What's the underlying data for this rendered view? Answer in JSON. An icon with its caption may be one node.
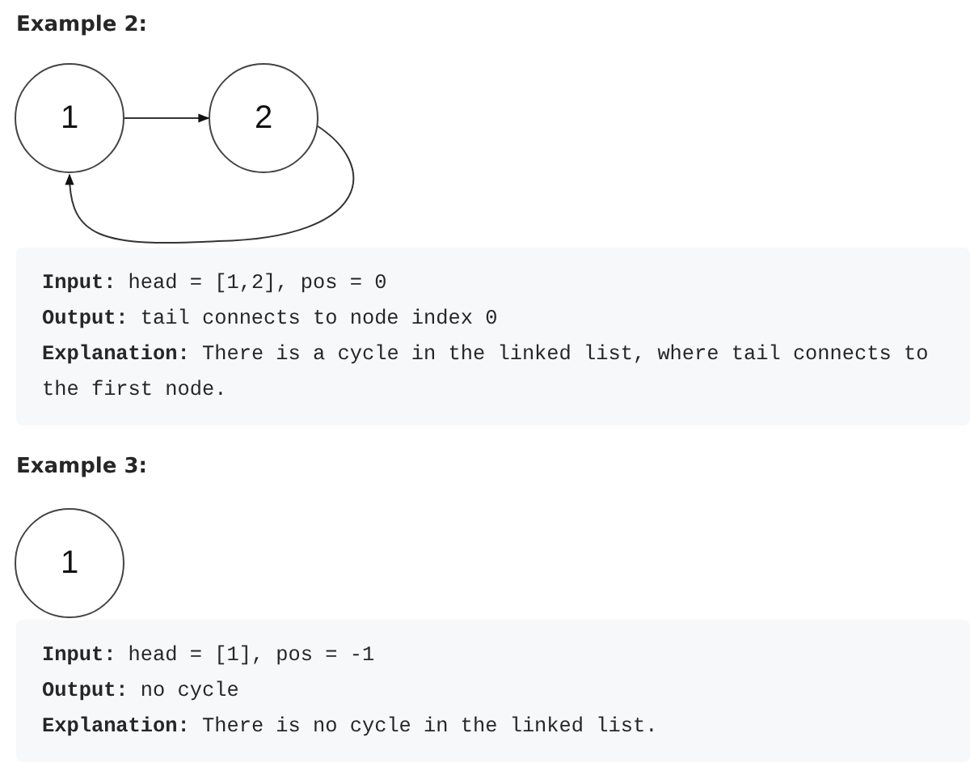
{
  "diagram": {
    "nodes": [
      {
        "text": [
          "1"
        ]
      },
      {
        "text": [
          "2"
        ]
      },
      {
        "text": [
          "1"
        ]
      }
    ],
    "edges": [
      {
        "from": 0,
        "to": 1,
        "arrow": "to"
      },
      {
        "from": 1,
        "to": 0,
        "arrow": "to"
      }
    ],
    "labels": [
      "Example 2:",
      "**Input:** head = [1,2], pos = 0",
      "**Output:** tail connects to node index 0",
      "**Explanation:** There is a cycle in the linked list, where tail connects to the first node.",
      "Example 3:",
      "**Input:** head = [1], pos = -1",
      "**Output:** no cycle",
      "**Explanation:** There is no cycle in the linked list."
    ]
  }
}
